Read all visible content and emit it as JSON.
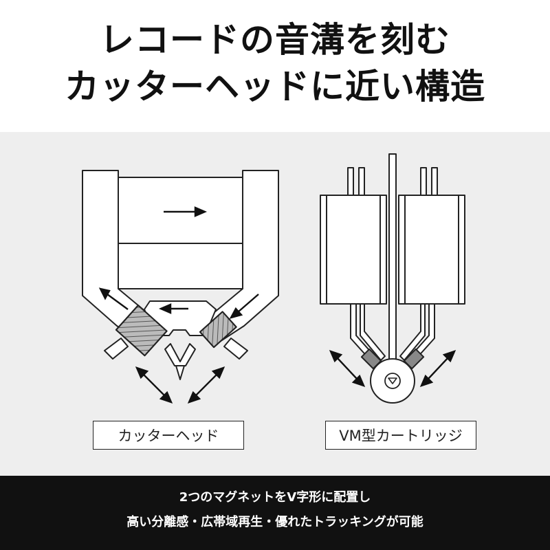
{
  "title": {
    "line1": "レコードの音溝を刻む",
    "line2": "カッターヘッドに近い構造"
  },
  "labels": {
    "cutter_head": "カッターヘッド",
    "vm_cartridge": "VM型カートリッジ"
  },
  "footer": {
    "line1": "2つのマグネットをV字形に配置し",
    "line2": "高い分離感・広帯域再生・優れたトラッキングが可能"
  },
  "colors": {
    "panel_background": "#eeeeee",
    "stroke": "#222222",
    "magnet_fill": "#888888",
    "footer_background": "#111111"
  },
  "icons": [
    "double-arrow-icon",
    "arrow-icon",
    "stylus-tip-icon"
  ]
}
